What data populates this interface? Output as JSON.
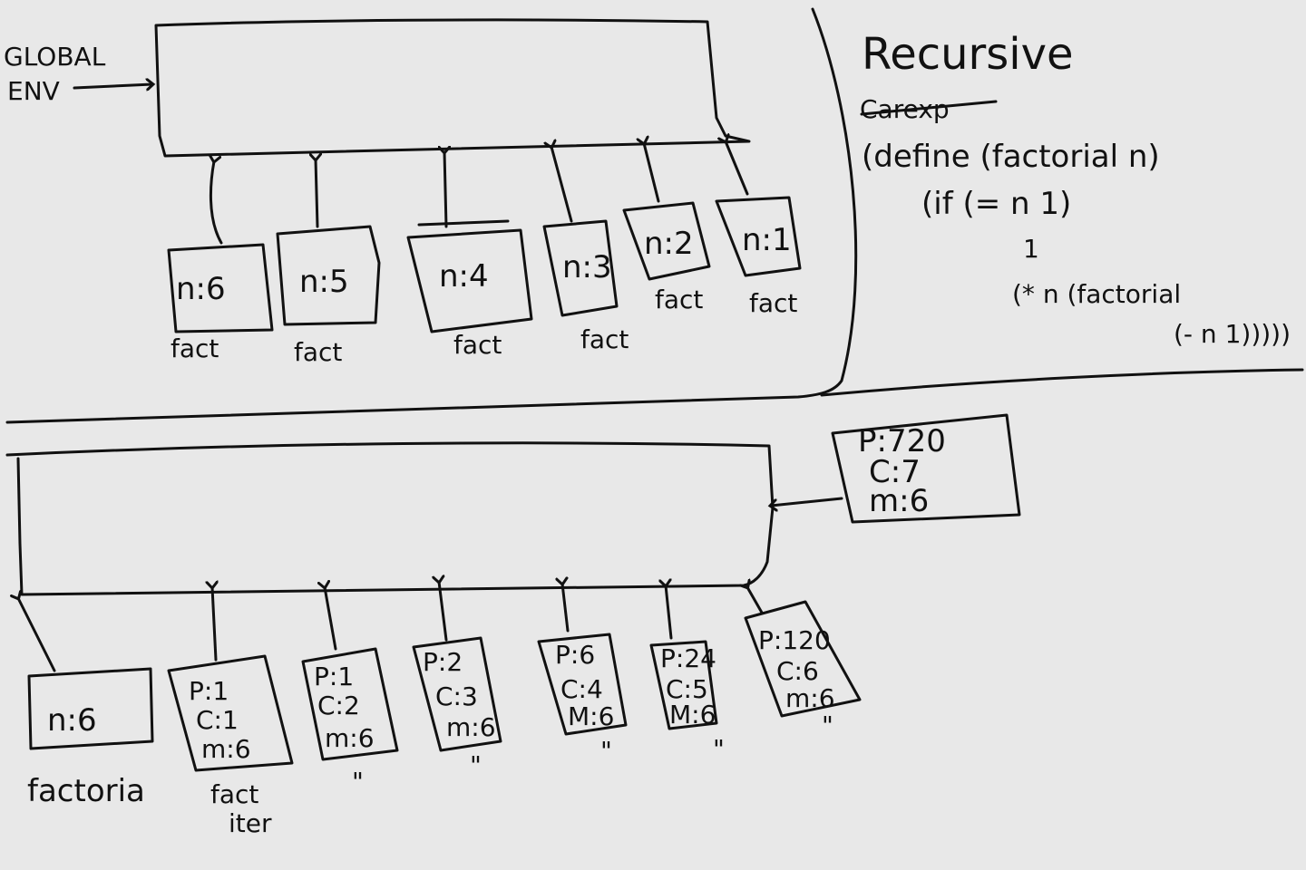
{
  "global_env": {
    "label_line1": "GLOBAL",
    "label_line2": "ENV"
  },
  "recursive": {
    "title": "Recursive",
    "scratch": "Carexp",
    "code_lines": [
      "(define (factorial n)",
      "(if (= n 1)",
      "1",
      "(* n (factorial",
      "(- n 1)))))"
    ],
    "frames": [
      {
        "binding": "n:6",
        "label": "fact"
      },
      {
        "binding": "n:5",
        "label": "fact"
      },
      {
        "binding": "n:4",
        "label": "fact"
      },
      {
        "binding": "n:3",
        "label": "fact"
      },
      {
        "binding": "n:2",
        "label": "fact"
      },
      {
        "binding": "n:1",
        "label": "fact"
      }
    ]
  },
  "iterative": {
    "global_frame": {
      "p": "P:720",
      "c": "C:7",
      "m": "m:6"
    },
    "first_frame": {
      "binding": "n:6",
      "label": "factoria"
    },
    "frames": [
      {
        "p": "P:1",
        "c": "C:1",
        "m": "m:6",
        "label_line1": "fact",
        "label_line2": "iter"
      },
      {
        "p": "P:1",
        "c": "C:2",
        "m": "m:6",
        "label_line1": "\"",
        "label_line2": ""
      },
      {
        "p": "P:2",
        "c": "C:3",
        "m": "m:6",
        "label_line1": "\"",
        "label_line2": ""
      },
      {
        "p": "P:6",
        "c": "C:4",
        "m": "M:6",
        "label_line1": "\"",
        "label_line2": ""
      },
      {
        "p": "P:24",
        "c": "C:5",
        "m": "M:6",
        "label_line1": "\"",
        "label_line2": ""
      },
      {
        "p": "P:120",
        "c": "C:6",
        "m": "m:6",
        "label_line1": "\"",
        "label_line2": ""
      }
    ]
  }
}
